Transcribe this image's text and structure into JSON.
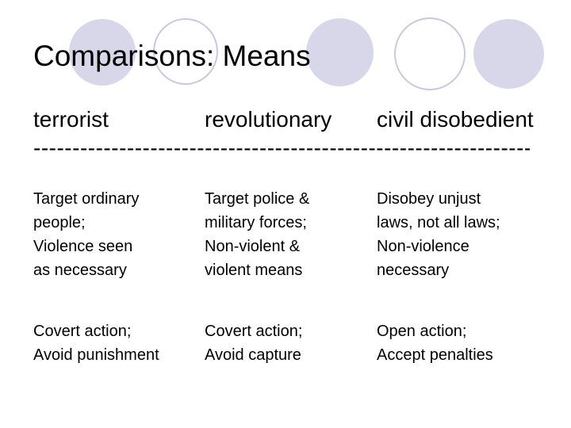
{
  "slide": {
    "title": "Comparisons: Means",
    "separator": "------------------------------------------------------------------",
    "colors": {
      "background": "#ffffff",
      "text": "#000000",
      "circle_fill": "#d7d7e9",
      "circle_stroke": "#c8c8e0"
    },
    "decor_circles": [
      {
        "style": "filled"
      },
      {
        "style": "outlined"
      },
      {
        "style": "filled"
      },
      {
        "style": "outlined"
      },
      {
        "style": "filled"
      }
    ],
    "columns": [
      {
        "header": "terrorist",
        "block1": [
          "Target ordinary",
          "people;",
          "Violence seen",
          "as necessary"
        ],
        "block2": [
          "Covert action;",
          "Avoid punishment"
        ]
      },
      {
        "header": "revolutionary",
        "block1": [
          "Target police &",
          "military forces;",
          "Non-violent &",
          "violent means"
        ],
        "block2": [
          "Covert action;",
          "Avoid capture"
        ]
      },
      {
        "header": "civil disobedient",
        "block1": [
          "Disobey unjust",
          "laws, not all laws;",
          "Non-violence",
          "necessary"
        ],
        "block2": [
          "Open action;",
          "Accept penalties"
        ]
      }
    ]
  }
}
